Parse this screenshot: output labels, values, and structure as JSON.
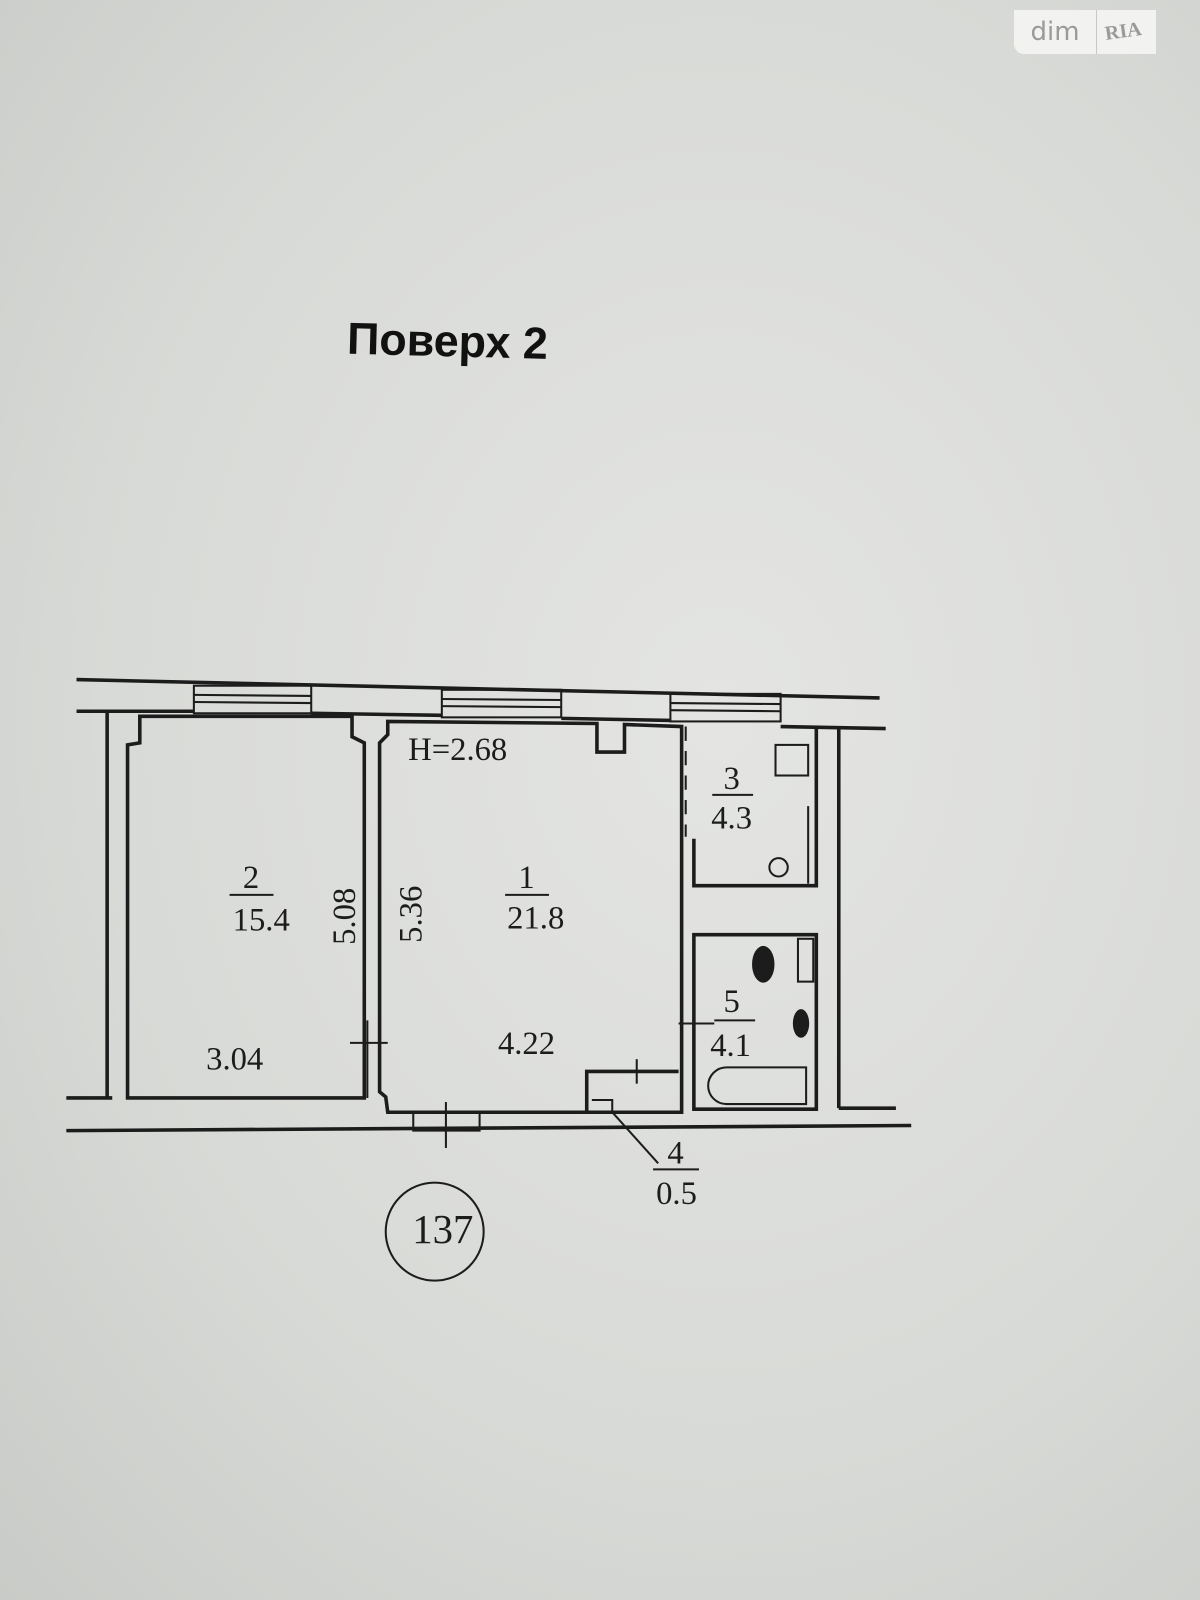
{
  "watermark": {
    "brand": "dim",
    "brand2": "RIA"
  },
  "title": "Поверх 2",
  "ceiling_height": "H=2.68",
  "rooms": [
    {
      "number": "1",
      "area": "21.8"
    },
    {
      "number": "2",
      "area": "15.4"
    },
    {
      "number": "3",
      "area": "4.3"
    },
    {
      "number": "4",
      "area": "0.5"
    },
    {
      "number": "5",
      "area": "4.1"
    }
  ],
  "dimensions": {
    "room2_length": "5.08",
    "room2_width": "3.04",
    "room1_length": "5.36",
    "room1_width": "4.22"
  },
  "apartment_number": "137"
}
